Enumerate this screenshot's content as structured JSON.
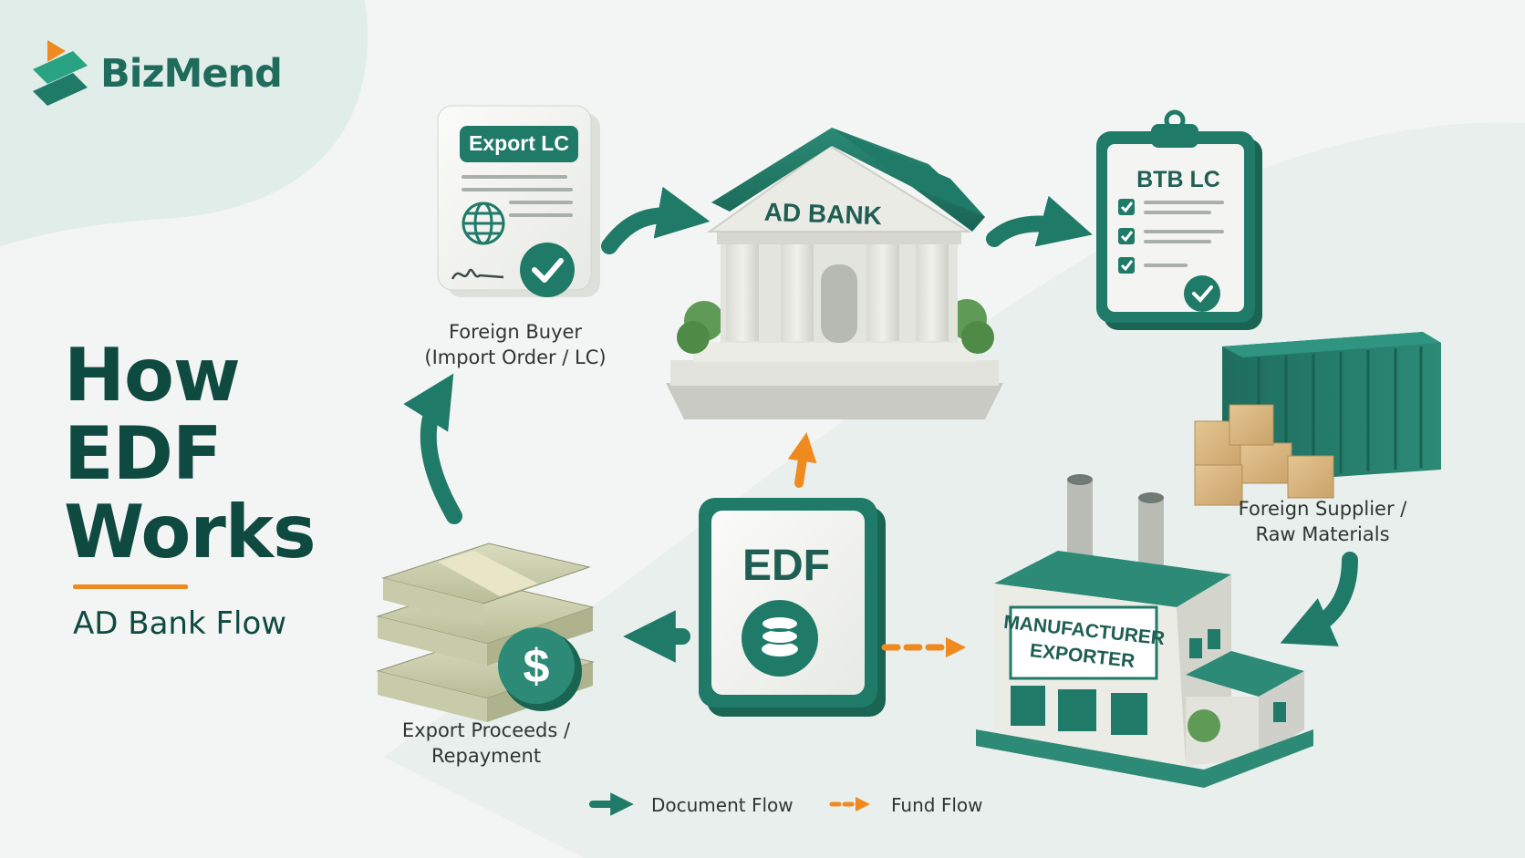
{
  "brand": {
    "name": "BizMend"
  },
  "title": {
    "lines": [
      "How",
      "EDF",
      "Works"
    ],
    "subtitle": "AD Bank Flow"
  },
  "nodes": {
    "export_lc": {
      "label": "Export LC",
      "caption": "Foreign Buyer\n(Import Order / LC)"
    },
    "ad_bank": {
      "label": "AD BANK"
    },
    "btb_lc": {
      "label": "BTB LC"
    },
    "supplier": {
      "caption": "Foreign Supplier /\nRaw Materials"
    },
    "manufacturer": {
      "label_line1": "MANUFACTURER",
      "label_line2": "EXPORTER"
    },
    "edf": {
      "label": "EDF"
    },
    "proceeds": {
      "caption": "Export Proceeds /\nRepayment"
    }
  },
  "legend": {
    "document_flow": "Document Flow",
    "fund_flow": "Fund Flow"
  },
  "colors": {
    "primary": "#1f7a68",
    "dark": "#0f4a40",
    "accent_orange": "#ef8a1f",
    "card": "#f4f5f2",
    "text": "#2f3533"
  },
  "icons": {
    "logo": "bizmend-logo-icon",
    "globe": "globe-icon",
    "check": "check-badge-icon",
    "bank": "bank-building-icon",
    "clipboard": "clipboard-icon",
    "container": "shipping-container-icon",
    "boxes": "cardboard-boxes-icon",
    "factory": "factory-icon",
    "coins": "coin-stack-icon",
    "money": "cash-stack-icon",
    "dollar": "dollar-coin-icon"
  }
}
